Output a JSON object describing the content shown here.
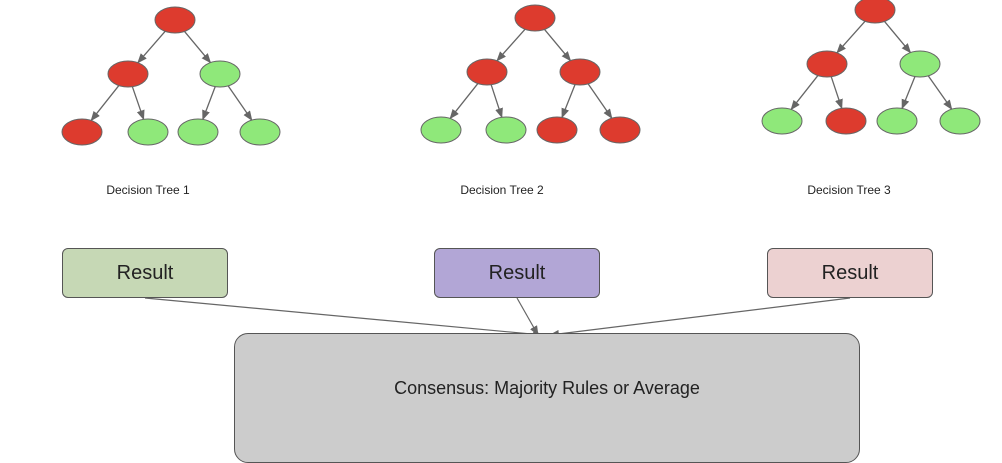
{
  "colors": {
    "node_red": "#dd3b2e",
    "node_green": "#8fe87a",
    "node_stroke": "#666666",
    "arrow": "#666666",
    "result_1_fill": "#c6d8b5",
    "result_2_fill": "#b2a6d6",
    "result_3_fill": "#ecd1d1",
    "consensus_fill": "#cccccc"
  },
  "trees": [
    {
      "caption": "Decision Tree 1",
      "nodes": [
        "red",
        "red",
        "green",
        "red",
        "green",
        "green",
        "green"
      ]
    },
    {
      "caption": "Decision Tree 2",
      "nodes": [
        "red",
        "red",
        "red",
        "green",
        "green",
        "red",
        "red"
      ]
    },
    {
      "caption": "Decision Tree 3",
      "nodes": [
        "red",
        "red",
        "green",
        "green",
        "red",
        "green",
        "green"
      ]
    }
  ],
  "results": [
    {
      "label": "Result"
    },
    {
      "label": "Result"
    },
    {
      "label": "Result"
    }
  ],
  "consensus": {
    "label": "Consensus: Majority Rules or Average"
  }
}
